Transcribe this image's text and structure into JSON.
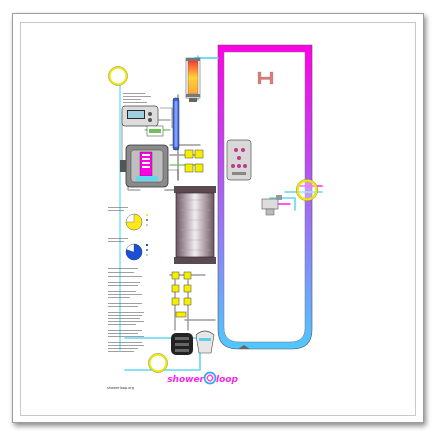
{
  "diagram": {
    "tank_label": "H",
    "brand": {
      "part1": "shower",
      "part2": "loop"
    },
    "footer_url": "showerloop.org",
    "colors": {
      "tank_gradient_top": "#ff00e6",
      "tank_gradient_bottom": "#4fc8ff",
      "hot_pipe": "#ff22ee",
      "cold_pipe": "#60d8f0",
      "pipe_gray": "#9a9a9a",
      "pipe_green": "#6cc25a",
      "valve": "#f5ee00",
      "connector_ring": "#efe700",
      "filter_dark": "#222222"
    },
    "pie_charts": [
      {
        "color": "#ffe81a",
        "fraction": 0.75
      },
      {
        "color": "#1a4fd8",
        "fraction": 0.8
      }
    ]
  }
}
